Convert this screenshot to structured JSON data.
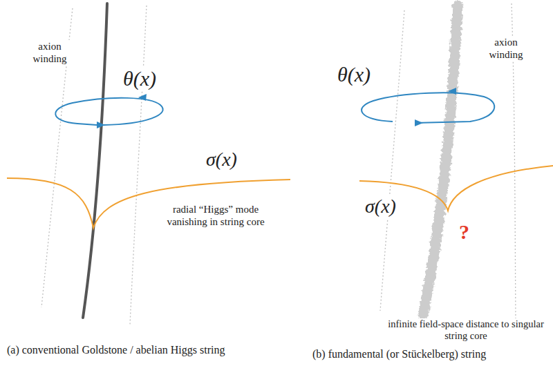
{
  "diagram": {
    "labels": [
      "axion winding",
      "θ(x)",
      "σ(x)",
      "radial “Higgs” mode vanishing in string core",
      "(a) conventional Goldstone / abelian Higgs string",
      "θ(x)",
      "axion winding",
      "σ(x)",
      "?",
      "infinite field-space distance to singular string core",
      "(b) fundamental (or Stückelberg) string"
    ]
  }
}
